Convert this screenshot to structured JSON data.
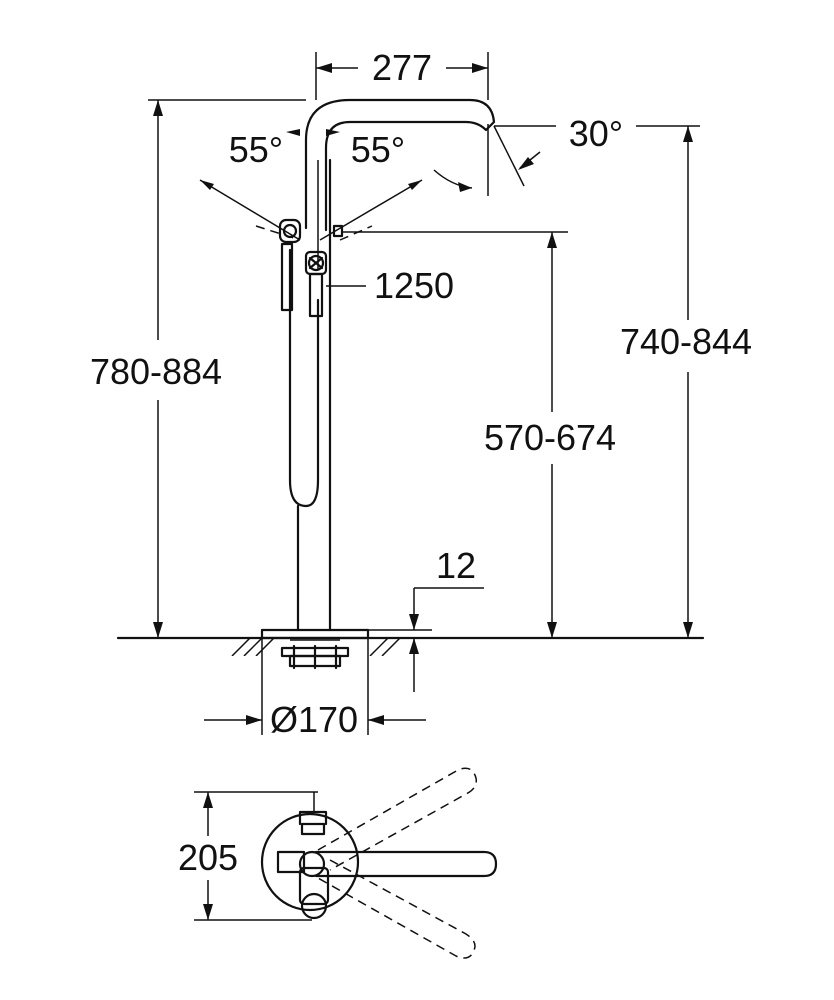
{
  "diagram": {
    "dimensions": {
      "spout_reach": "277",
      "spout_angle": "30°",
      "handle_angle_left": "55°",
      "handle_angle_right": "55°",
      "hose_length": "1250",
      "total_height": "780-884",
      "spout_height": "740-844",
      "handshower_holder_height": "570-674",
      "floor_plate_thickness": "12",
      "base_diameter": "Ø170",
      "plan_depth": "205"
    }
  }
}
